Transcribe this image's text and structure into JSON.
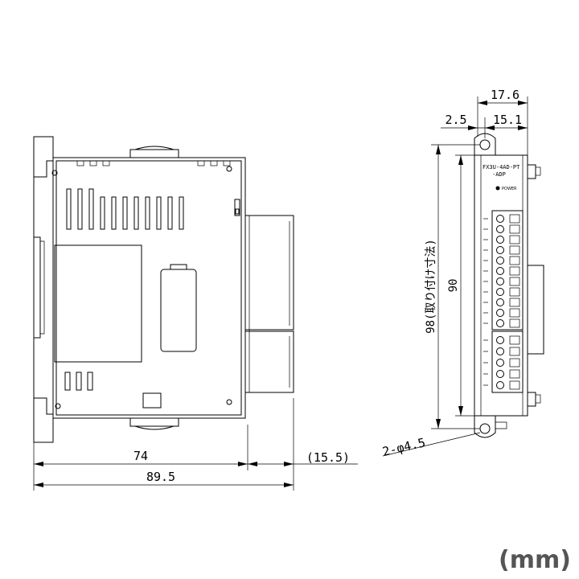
{
  "dimensions": {
    "d17_6": "17.6",
    "d2_5": "2.5",
    "d15_1": "15.1",
    "d98": "98(取り付け寸法)",
    "d90": "90",
    "d74": "74",
    "d89_5": "89.5",
    "d15_5": "(15.5)",
    "d_hole": "2-φ4.5"
  },
  "module": {
    "model_line1": "FX3U-4AD-PT",
    "model_line2": "-ADP",
    "power_label": "POWER"
  },
  "unit_label": "(mm)"
}
